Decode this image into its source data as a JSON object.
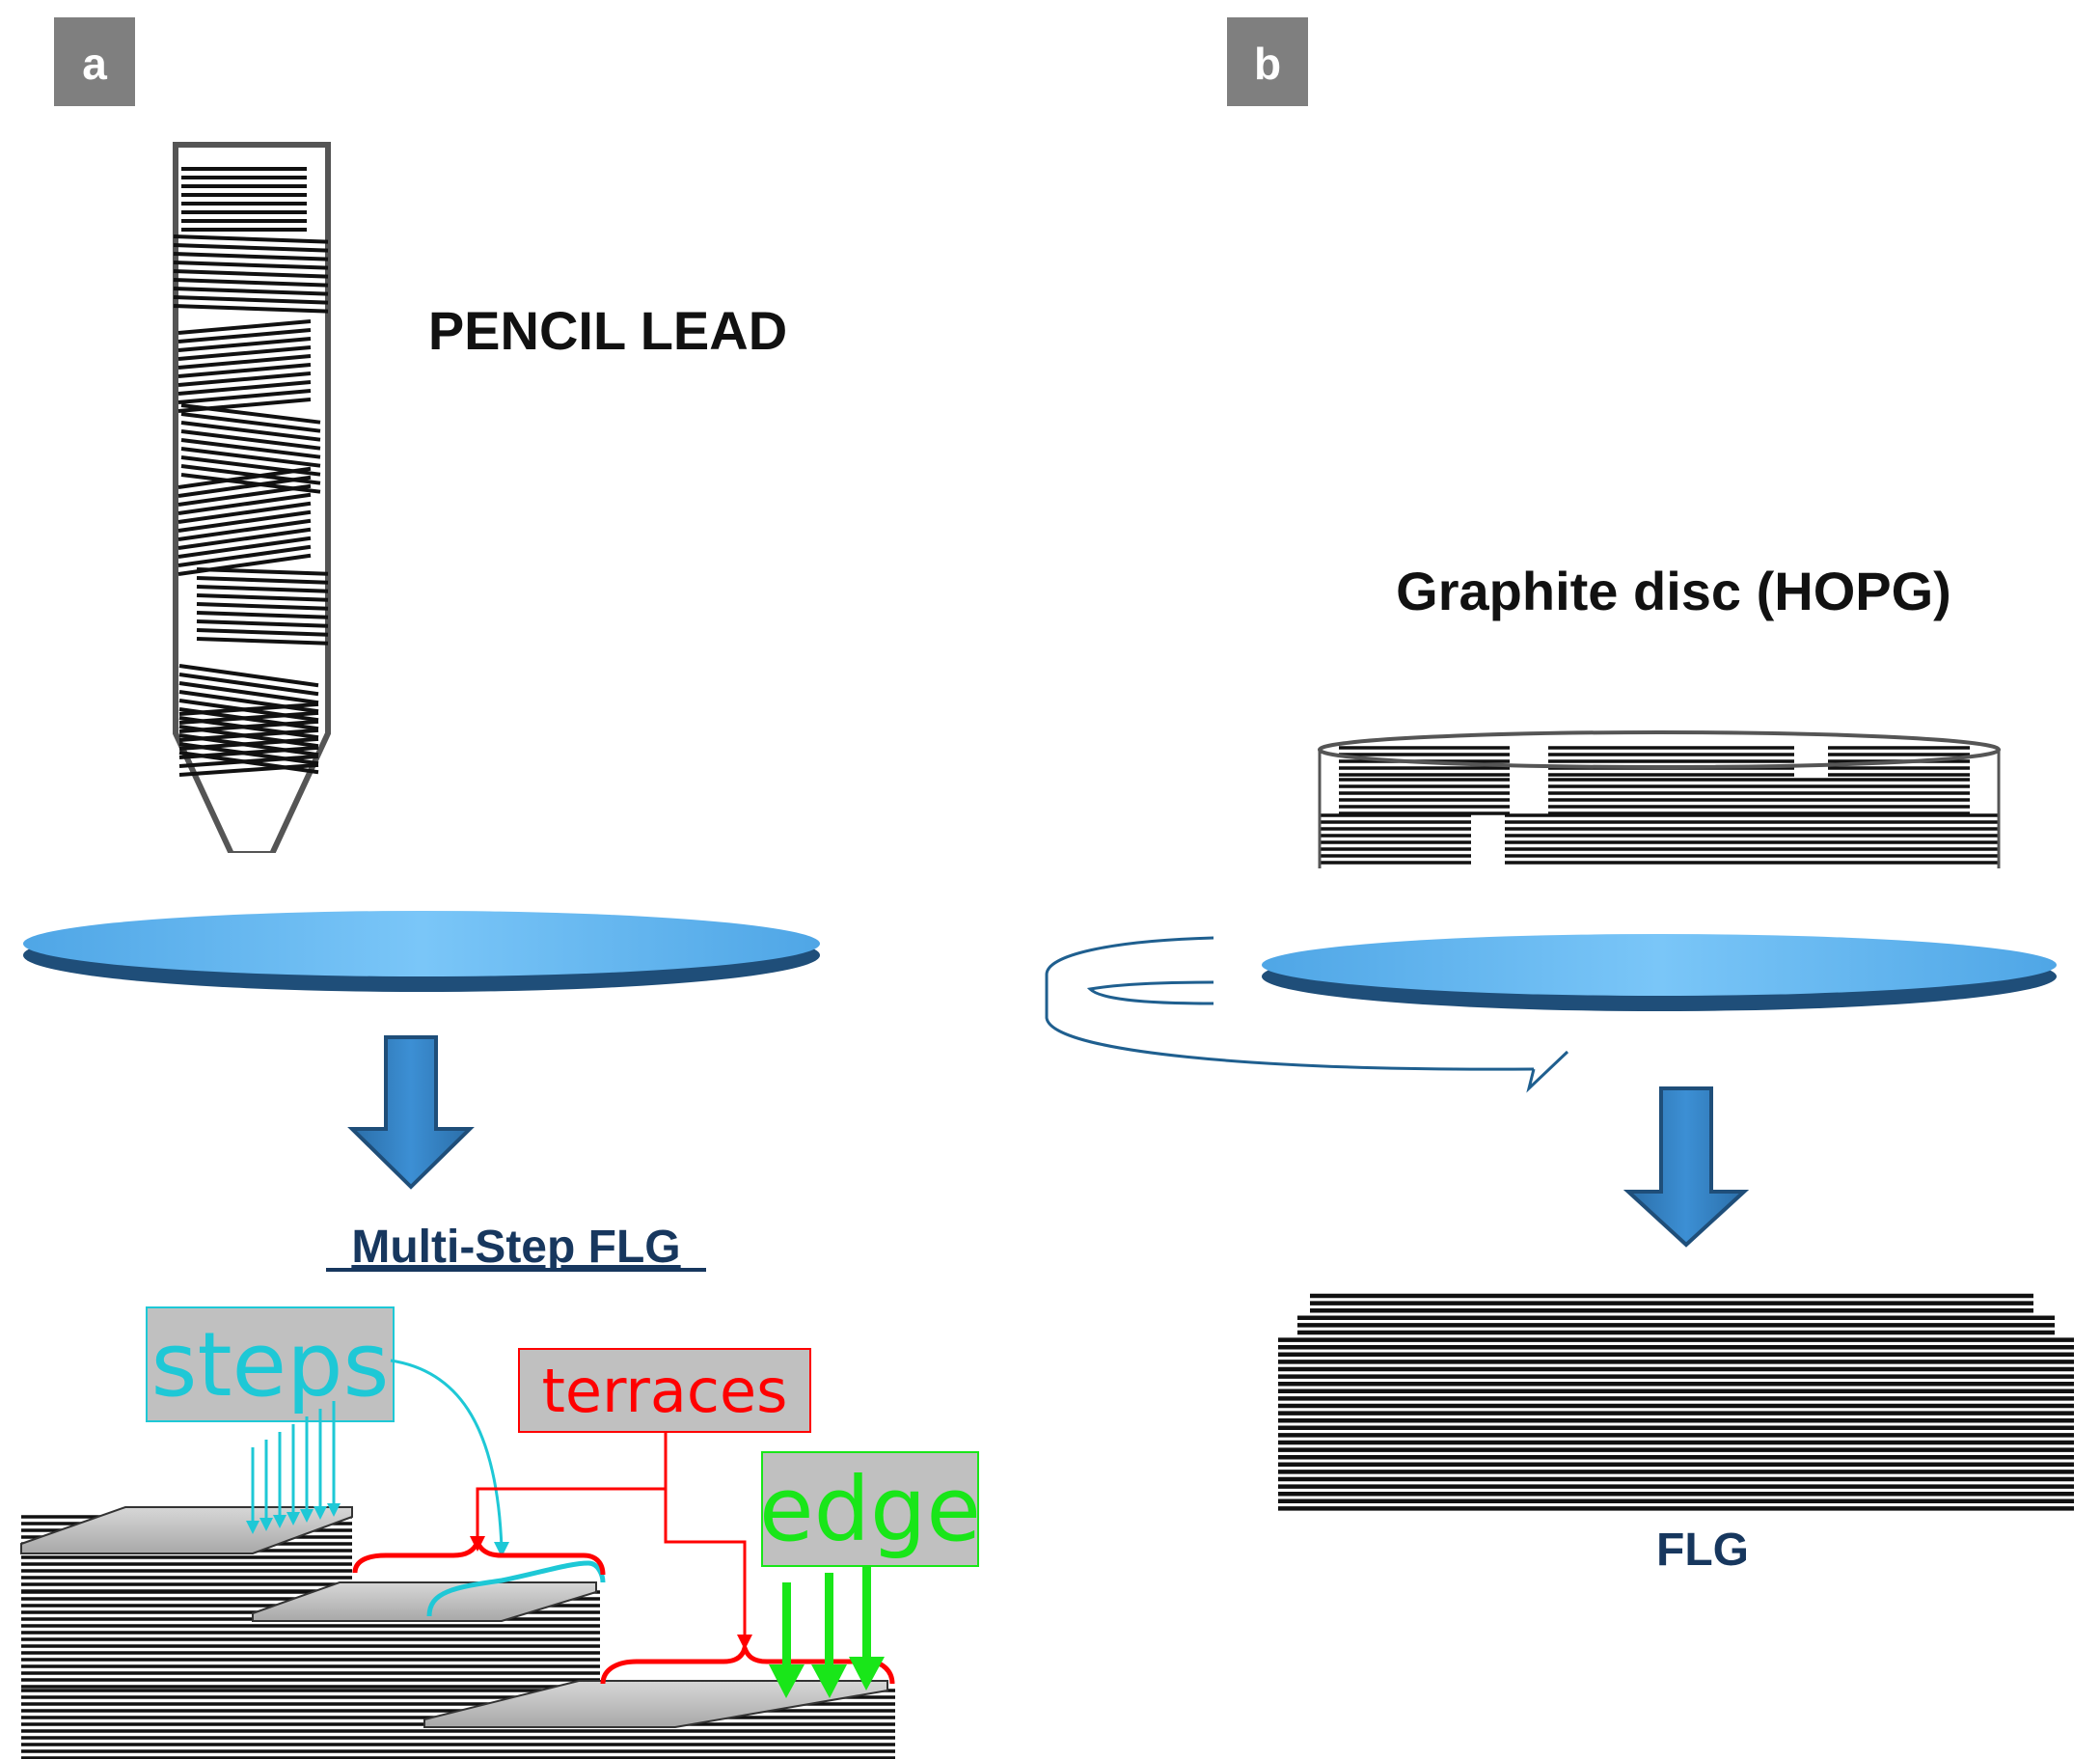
{
  "panels": {
    "a": {
      "tag": "a",
      "source_label": "PENCIL LEAD",
      "result_label": "Multi-Step FLG",
      "annotations": {
        "steps": "steps",
        "terraces": "terraces",
        "edge": "edge"
      }
    },
    "b": {
      "tag": "b",
      "source_label": "Graphite disc (HOPG)",
      "result_label": "FLG"
    }
  },
  "colors": {
    "tag_bg": "#7f7f7f",
    "navy_text": "#17375e",
    "substrate_top": "#6dbdf4",
    "substrate_edge": "#1f4e79",
    "arrow_fill": "#2e75b6",
    "arrow_stroke": "#1f4e79",
    "steps_color": "#1ec8d6",
    "terraces_color": "#ff0000",
    "edge_color": "#19e619",
    "label_box_bg": "#c0c0c0"
  }
}
